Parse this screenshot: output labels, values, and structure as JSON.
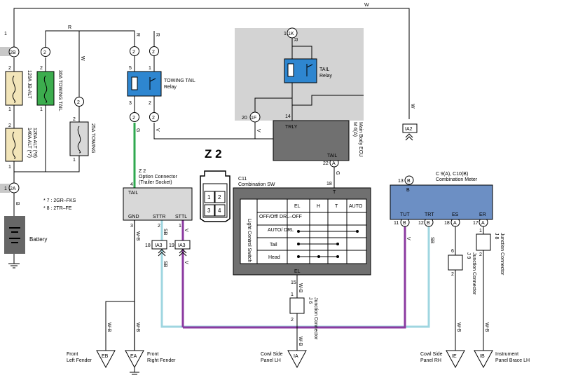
{
  "title": "Z 2",
  "wire_colors": {
    "W": "W",
    "R": "R",
    "G": "G",
    "V": "V",
    "B": "B",
    "SB": "SB",
    "WB": "W-B",
    "green": "#2fa84f",
    "purple": "#8b3aa0",
    "lightblue": "#9fd6e0"
  },
  "fuses": {
    "jb_alt": "120A JB-ALT",
    "towing_tail": "30A TOWING TAIL",
    "alt": "140A ALT (*7) / 120A ALT (*8)",
    "alt1": "140A ALT (*7)",
    "alt2": "120A ALT (*8)",
    "towing": "25A TOWING"
  },
  "notes": {
    "n7": "* 7 : 2GR–FKS",
    "n8": "* 8 : 2TR–FE"
  },
  "battery": "Battery",
  "towing_relay": {
    "l1": "TOWING TAIL",
    "l2": "Relay"
  },
  "tail_relay": {
    "l1": "TAIL",
    "l2": "Relay"
  },
  "ecu": {
    "id": "M 6(A)",
    "name": "Main Body ECU",
    "pin_trly": "TRLY",
    "pin_tail": "TAIL"
  },
  "z2": {
    "id": "Z 2",
    "name": "Option Connector",
    "sub": "(Trailer Socket)",
    "tail": "TAIL",
    "gnd": "GND",
    "sttr": "STTR",
    "sttl": "STTL"
  },
  "c11": {
    "id": "C11",
    "name": "Combination SW",
    "side": "Light Control Switch",
    "header": [
      "EL",
      "H",
      "T",
      "AUTO"
    ],
    "rows": [
      "OFF/Off/ DRL–OFF",
      "AUTO/ DRL",
      "Tail",
      "Head"
    ],
    "t": "T",
    "el": "EL"
  },
  "meter": {
    "id": "C 9(A), C10(B)",
    "name": "Combination Meter",
    "b": "B",
    "tut": "TUT",
    "trt": "TRT",
    "es": "ES",
    "er": "ER"
  },
  "ia3": "IA3",
  "iA2": "IA2",
  "j6": {
    "id": "J 6",
    "name": "Junction Connector"
  },
  "j9": {
    "id": "J 9",
    "name": "Junction Connector"
  },
  "j8": {
    "id": "J 8",
    "name": "Junction Connector"
  },
  "pins": {
    "p2B": "2B",
    "p2A": "2A",
    "p1K": "1K",
    "p1F": "1F",
    "p20": "20",
    "p14": "14",
    "pA": "A",
    "pB": "B",
    "p1": "1",
    "p2": "2",
    "p3": "3",
    "p4": "4",
    "p5": "5",
    "p11": "11",
    "p12": "12",
    "p13": "13",
    "p15": "15",
    "p17": "17",
    "p18": "18",
    "p19": "19",
    "p22": "22",
    "p6": "6"
  },
  "grounds": {
    "EB": {
      "code": "EB",
      "l1": "Front",
      "l2": "Left Fender"
    },
    "EA": {
      "code": "EA",
      "l1": "Front",
      "l2": "Right Fender"
    },
    "IA": {
      "code": "IA",
      "l1": "Cowl Side",
      "l2": "Panel LH"
    },
    "IE": {
      "code": "IE",
      "l1": "Cowl Side",
      "l2": "Panel RH"
    },
    "IB": {
      "code": "IB",
      "l1": "Instrument",
      "l2": "Panel Brace LH"
    }
  }
}
